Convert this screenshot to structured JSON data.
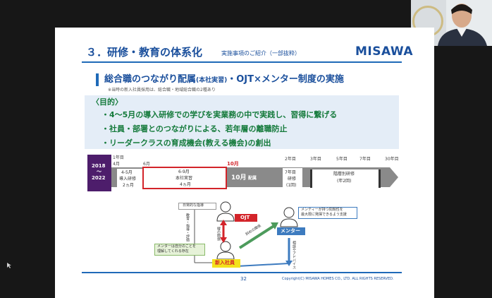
{
  "slide": {
    "section_title": "３．研修・教育の体系化",
    "section_subtitle": "実施事項のご紹介（一部抜粋）",
    "brand": "MISAWA",
    "heading": "総合職のつながり配属",
    "heading_small": "(本社実習)",
    "heading_rest": "・OJT×メンター制度の実施",
    "note": "※当時の新入社員採用は、総合職・地域総合職の2種あり",
    "purpose_title": "〈目的〉",
    "purpose_items": [
      "・4～5月の導入研修での学びを実業務の中で実践し、習得に繋げる",
      "・社員・部署とのつながりによる、若年層の離職防止",
      "・リーダークラスの育成機会(教える機会)の創出"
    ],
    "timeline": {
      "period_top": "2018",
      "period_mid": "～",
      "period_bottom": "2022",
      "year1": "1年目",
      "m4": "4月",
      "m6": "6月",
      "m10": "10月",
      "box1_l1": "4-5月",
      "box1_l2": "導入研修",
      "box1_l3": "2ヵ月",
      "box2_l1": "6-9月",
      "box2_l2": "本社実習",
      "box2_l3": "4ヵ月",
      "assign_month": "10月",
      "assign_word": "配属",
      "y2": "2年目",
      "y3": "3年目",
      "y5": "5年目",
      "y7": "7年目",
      "y30": "30年目",
      "box3_l1": "7年目",
      "box3_l2": "研修",
      "box3_l3": "(1回)",
      "box4_l1": "階層別研修",
      "box4_l2": "(年2回)"
    },
    "diagram": {
      "daily_guidance": "日常的な指導",
      "teach_labels": "教育・指導・評価",
      "ojt": "OJT",
      "vertical": "縦の関係",
      "diagonal": "斜めの関係",
      "mentor": "メンター",
      "mentor_note_l1": "メンティーが持つ問題性を",
      "mentor_note_l2": "最大限に発揮できるよう支援",
      "mentor_side": "相談やアドバイス",
      "left_note_l1": "メンターは自分のことを",
      "left_note_l2": "理解してくれる存在",
      "newbie": "新入社員"
    },
    "page_number": "32",
    "copyright": "Copyright(C) MISAWA HOMES CO., LTD. ALL RIGHTS RESERVED."
  },
  "colors": {
    "accent_blue": "#1f6ab8",
    "title_blue": "#1a4f9c",
    "purpose_green": "#147a3b",
    "red": "#d3242a",
    "purple_period": "#4d1d6b",
    "timeline_gray": "#8a8a8a"
  },
  "icons": [
    "person-icon",
    "arrow-icon"
  ]
}
